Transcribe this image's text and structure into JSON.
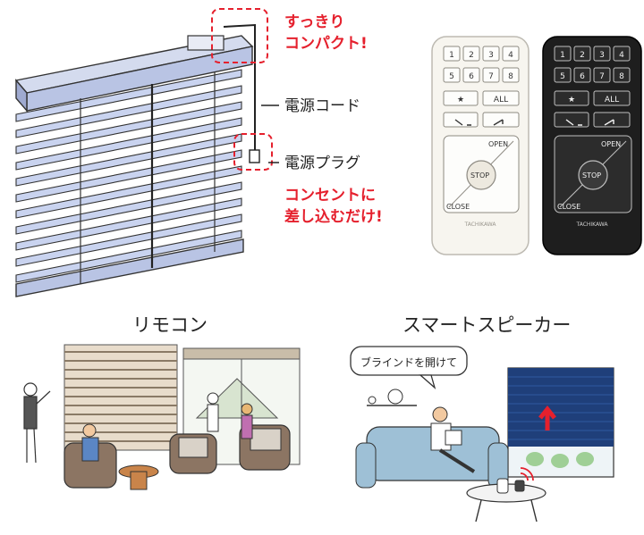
{
  "callouts": {
    "compact_line1": "すっきり",
    "compact_line2": "コンパクト!",
    "power_cord": "電源コード",
    "power_plug": "電源プラグ",
    "plug_in_line1": "コンセントに",
    "plug_in_line2": "差し込むだけ!"
  },
  "remote": {
    "buttons": [
      "1",
      "2",
      "3",
      "4",
      "5",
      "6",
      "7",
      "8"
    ],
    "star": "★",
    "all": "ALL",
    "open": "OPEN",
    "stop": "STOP",
    "close": "CLOSE",
    "brand": "TACHIKAWA"
  },
  "sections": {
    "remote_title": "リモコン",
    "speaker_title": "スマートスピーカー",
    "speech_bubble": "ブラインドを開けて"
  },
  "colors": {
    "accent_red": "#e5202d",
    "slat_blue": "#c9d3ef",
    "remote_white": "#f7f5ef",
    "remote_black": "#1e1e1e"
  }
}
